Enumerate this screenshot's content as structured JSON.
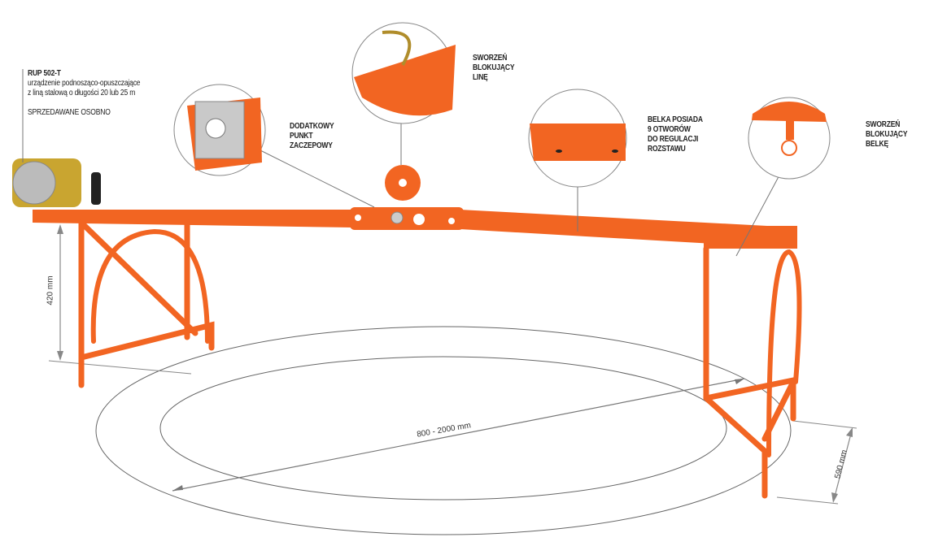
{
  "product_note": {
    "title": "RUP 502-T",
    "line1": "urządzenie podnosząco-opuszczające",
    "line2": "z liną stalową o długości 20 lub 25 m",
    "sold_separately": "SPRZEDAWANE OSOBNO"
  },
  "callouts": {
    "extra_point": [
      "DODATKOWY",
      "PUNKT",
      "ZACZEPOWY"
    ],
    "rope_pin": [
      "SWORZEŃ",
      "BLOKUJĄCY",
      "LINĘ"
    ],
    "beam_holes": [
      "BELKA POSIADA",
      "9 OTWORÓW",
      "DO REGULACJI",
      "ROZSTAWU"
    ],
    "beam_pin": [
      "SWORZEŃ",
      "BLOKUJĄCY",
      "BELKĘ"
    ]
  },
  "dimensions": {
    "height": "420 mm",
    "span": "800 - 2000 mm",
    "depth": "590 mm"
  },
  "colors": {
    "frame": "#f26522",
    "line": "#555555"
  }
}
